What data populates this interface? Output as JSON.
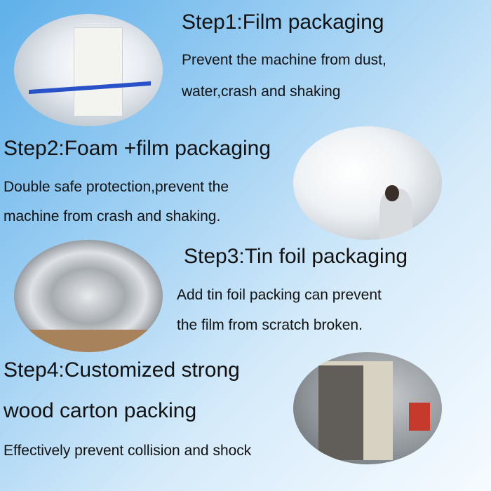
{
  "steps": [
    {
      "title": "Step1:Film packaging",
      "lines": [
        "Prevent the machine from dust,",
        "water,crash and shaking"
      ]
    },
    {
      "title": "Step2:Foam +film packaging",
      "lines": [
        "Double safe protection,prevent the",
        "machine from crash and shaking."
      ]
    },
    {
      "title": "Step3:Tin foil packaging",
      "lines": [
        "Add tin foil packing can prevent",
        "the film from scratch broken."
      ]
    },
    {
      "title_lines": [
        "Step4:Customized strong",
        "wood carton packing"
      ],
      "lines": [
        "Effectively prevent collision and shock"
      ]
    }
  ]
}
